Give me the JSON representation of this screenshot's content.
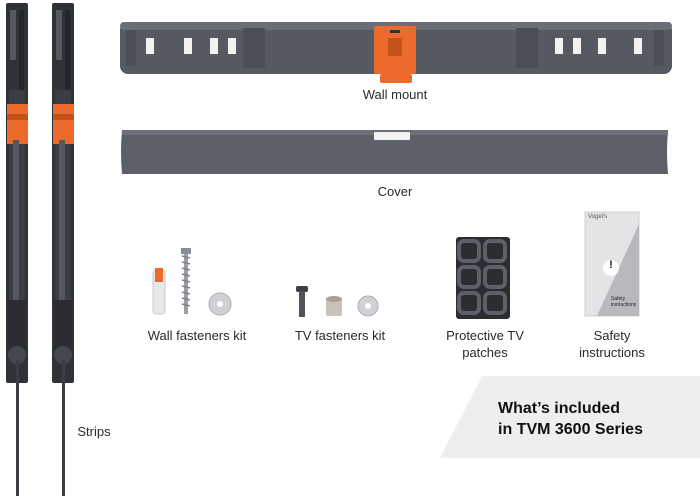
{
  "items": {
    "wall_mount": "Wall mount",
    "cover": "Cover",
    "wall_fasteners": "Wall fasteners kit",
    "tv_fasteners": "TV fasteners kit",
    "protective_line1": "Protective TV",
    "protective_line2": "patches",
    "safety_line1": "Safety",
    "safety_line2": "instructions",
    "strips": "Strips"
  },
  "booklet": {
    "logo_text": "Vogel's",
    "title_line1": "Safety",
    "title_line2": "instructions",
    "warning_glyph": "!"
  },
  "banner": {
    "line1": "What’s included",
    "line2": "in TVM 3600 Series"
  },
  "colors": {
    "plate": "#555a62",
    "plate_dark": "#3d4148",
    "orange": "#ec6a2c",
    "banner_bg": "#eeeeee"
  }
}
